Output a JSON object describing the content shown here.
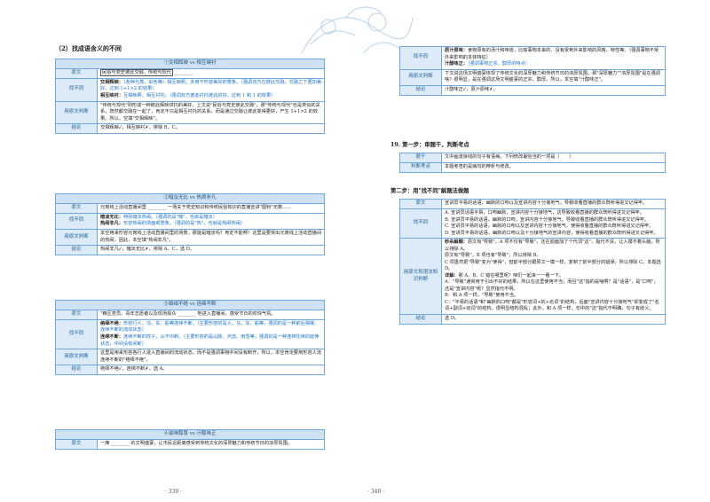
{
  "left": {
    "heading": "（2）找成语含义的不同",
    "g1": {
      "title": "①交相辉映 vs 相互映衬",
      "yuanwen_label": "原文",
      "yuanwen": "民俗与党史彼此交融，传统与现代",
      "zbt_label": "找不同",
      "zbt_a_term": "交相辉映：",
      "zbt_a": "（各种光亮、彩色等）相互映照。多用于形容美好的景象。（强调双方在彼此交融，交融之下更加美好，达到 1+1>2 的效果）",
      "zbt_b_term": "相互映衬：",
      "zbt_b": "互相映照，相互衬托。（强调双方彼此衬托彼此的好，达到 1 和 1 的效果）",
      "yyw_label": "用原文判断",
      "yyw": "\"传统与现代\"则形成一种彼此辉映烘托的美好，上文说\"民俗与党史彼此交融\"，那\"传统与现代\"也是类似的关系，既然都交融在一起了，肯定不只是相互衬托的关系，而是通过交融让彼此变得更好，产生 1+1>2 的效果。所以，空填\"交相辉映\"。",
      "jl_label": "结论",
      "jl": "交相辉映✓，相互映衬✗，排除 B、C。"
    },
    "g2": {
      "title": "②暗淡无比 vs 热闹非凡",
      "yuanwen_label": "原文",
      "yuanwen": "元宵线上活动直播间里 ________ 一场关于党史知识和传统民俗知识的直播宣讲\"圈粉\"无数……",
      "zbt_label": "找不同",
      "zbt_a_term": "暗淡无比：",
      "zbt_a": "特别暗淡热闹。（强调的是\"暗\"，也就是暗淡）",
      "zbt_b_term": "热闹非凡：",
      "zbt_b": "形容热闹的场面或景象。（强调的是\"热\"，也就是热闹热闹）",
      "yyw_label": "用原文判断",
      "yyw": "本空用来形容元宵线上活动直播间里的场景，那能是暗淡吗？肯定不能啊！这里是要突出元宵线上活动直播间的热闹，因此，本空填\"热闹非凡\"。",
      "jl_label": "结论",
      "jl": "热闹非凡✓，暗淡无比✗，排除 A、C，选 D。"
    },
    "g3": {
      "title": "③络绎不绝 vs 连绵不断",
      "yuanwen_label": "原文",
      "yuanwen": "\"精区党员、青年志愿者以及现场观众 ________ 地进入直播间，感受节日的欢快气氛。",
      "zbt_label": "找不同",
      "zbt_a_term": "络绎不绝：",
      "zbt_a": "形容行人、马、车、船等连续不断。（主要形容的是人、马、车、船等，强调的是一种前后相接、连续不断的流动状态）",
      "zbt_b_term": "连绵不断：",
      "zbt_b": "连续不断的样子，从不中断。（主要形容的是山脉、河流、雨雪等，强调的是一种连绵往续的延伸状态，中间没有间断）",
      "yyw_label": "用原文判断",
      "yyw": "这里是用来形容各行人进入直播间的流动状态，而不是强调事物中间没有断开，所以，本空肯定要用形容人流连续不断的\"络绎不绝\"。",
      "jl_label": "结论",
      "jl": "络绎不绝✓，连绵不断✗，选 A。"
    },
    "g4": {
      "title": "④滋味醇厚 vs 汁醇味正",
      "yuanwen_label": "原文",
      "yuanwen": "一席 ________ 的文明盛宴，让市民近距离感受到传统文化的深厚魅力和传统节日的浓厚氛围。"
    },
    "page_number": "· 339 ·"
  },
  "right": {
    "g4b": {
      "zbt_label": "找不同",
      "zbt_a_term": "原汁原味：",
      "zbt_a": "食物原有的汤汁和味道，比喻事物本来的、没有受到外来影响的风格、特性等。（强调事物不受外来影响的本体特征）",
      "zbt_b_term": "汁醇味正：",
      "zbt_b": "（强调事物正宗、醇厚的特点）",
      "yyw_label": "用原文判断",
      "yyw": "下文说这场文明盛宴体现了传统文化的深厚魅力和传统节日的浓厚氛围，那\"深厚魅力\"\"浓厚氛围\"是在强调啥？很明显，是在强调这场文明盛宴的正宗、醇厚。所以，本空填\"汁醇味正\"。",
      "jl_label": "结论",
      "jl": "汁醇味正✓，原汁原味✗。"
    },
    "q19": {
      "heading": "19. 第一步：审题干，判断考点",
      "tigan_label": "题干",
      "tigan": "文中画波浪线的句子有语病，下列修改最恰当的一项是（　　）",
      "kaodian_label": "判断考点",
      "kaodian": "本题考查的是病句的辨析与修改。"
    },
    "step2": {
      "heading": "第二步：用\"找不同\"解题法做题",
      "yuanwen_label": "原文",
      "yuanwen": "宣讲员平易的话语，幽默的口吻以及宣讲内容十分接地气，导致收看直播的群众既听得进又记得牢。",
      "zbt_label": "找不同",
      "a": "A. 宣讲员话语平易，口吻幽默，宣讲内容十分接地气，这导致收看直播的群众既听得进又记得牢。",
      "b": "B. 宣讲员平易的话语，幽默的口吻，宣讲内容十分接地气，导致收看直播的群众既听得进又记得牢。",
      "c": "C. 宣讲员平易的话语，幽默的口吻以及宣讲内容十分接地气，使得收看直播的群众既听得进又记得牢。",
      "d": "D. 宣讲员平易的话语，幽默的口吻以及十分接地气的宣讲内容，使得收看直播的群众既听得进又记得牢。",
      "yyw_label": "用原文和语法知识判断",
      "jx_term": "秒杀解题：",
      "jx1": "原文有\"导致\"，A 项不仅有\"导致\"，还在前面加了个代词\"这\"，指代不清，让人摸不着头脑，所以排除 A。",
      "jx2": "原文有\"导致\"，B 项也有\"导致\"，所以排除 B。",
      "jx3": "C 项虽然把\"导致\"变为\"使得\"，但前半部分跟原文一模一样，复制了前半部分的错误，所以排除 C。本题选 D。",
      "xj_term": "详解：",
      "xj1": "那 A、B、C 错在哪里呢？咱们一起来一一看一下。",
      "xj2": "A：\"导致\"通常用于引出不好的结果，所以在这里使用不当；而且\"这\"指的是啥啊？是\"话语\"，是\"口吻\"，还是\"宣讲内容\"呢？显然指代不明。",
      "xj3": "B：和 A 项一样，\"导致\"使用不当。",
      "xj4": "C：\"平易的话语\"和\"幽默的口吻\"都是\"形容词+的+名词\"的结构，后面\"宣讲内容十分接地气\"却变成了\"名词+副词+动词\"的结构，很明显结构混乱；此外，和 A 项一样，句中的\"这\"指代不明确，句子有歧义。",
      "jl_label": "结论",
      "jl": "选 D。"
    },
    "page_number": "· 340 ·"
  }
}
